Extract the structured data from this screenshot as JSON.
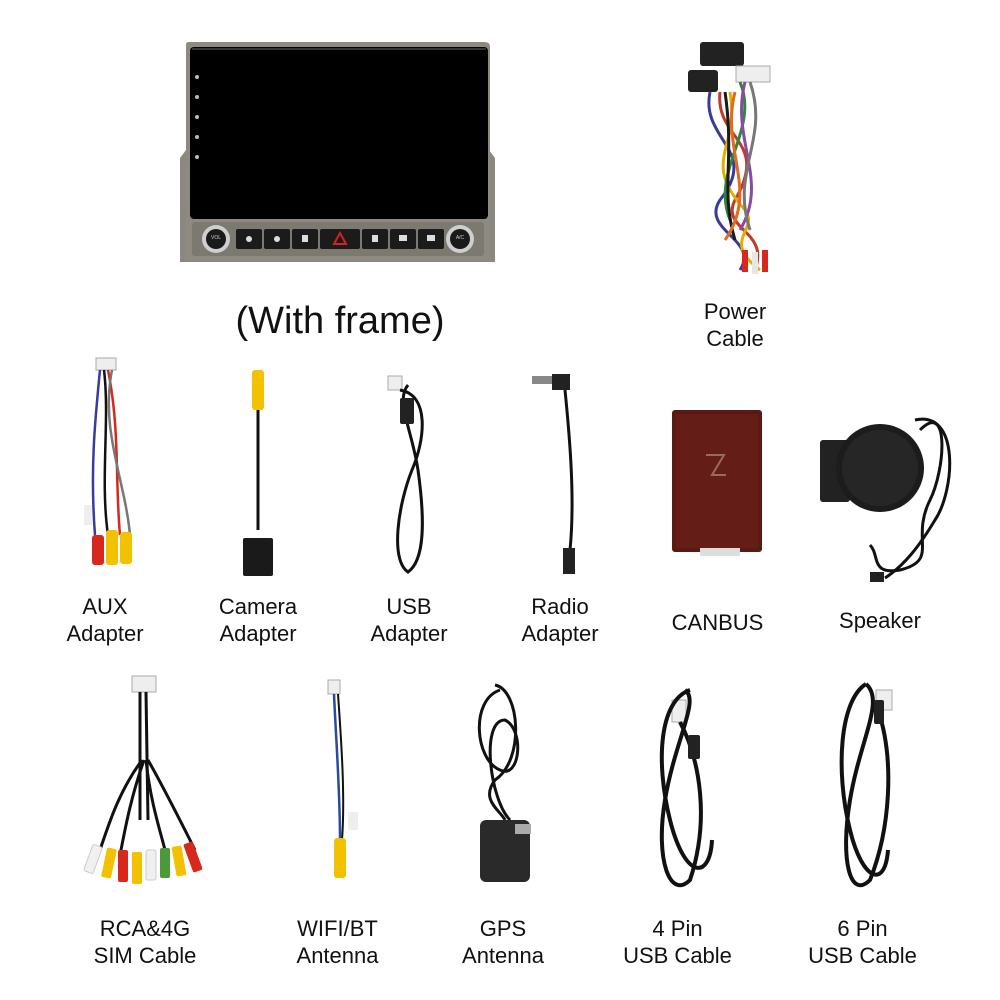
{
  "head_unit": {
    "caption": "(With frame)",
    "knob_left": "VOL",
    "knob_right": "A/C"
  },
  "items": [
    {
      "id": "power-cable",
      "lines": [
        "Power",
        "Cable"
      ]
    },
    {
      "id": "aux-adapter",
      "lines": [
        "AUX",
        "Adapter"
      ]
    },
    {
      "id": "camera-adapter",
      "lines": [
        "Camera",
        "Adapter"
      ]
    },
    {
      "id": "usb-adapter",
      "lines": [
        "USB",
        "Adapter"
      ]
    },
    {
      "id": "radio-adapter",
      "lines": [
        "Radio",
        "Adapter"
      ]
    },
    {
      "id": "canbus",
      "lines": [
        "CANBUS"
      ]
    },
    {
      "id": "speaker",
      "lines": [
        "Speaker"
      ]
    },
    {
      "id": "rca-4g-sim-cable",
      "lines": [
        "RCA&4G",
        "SIM Cable"
      ]
    },
    {
      "id": "wifi-bt-antenna",
      "lines": [
        "WIFI/BT",
        "Antenna"
      ]
    },
    {
      "id": "gps-antenna",
      "lines": [
        "GPS",
        "Antenna"
      ]
    },
    {
      "id": "4pin-usb-cable",
      "lines": [
        "4 Pin",
        "USB Cable"
      ]
    },
    {
      "id": "6pin-usb-cable",
      "lines": [
        "6 Pin",
        "USB Cable"
      ]
    }
  ],
  "colors": {
    "frame": "#8a867e",
    "screen": "#000000",
    "hazard": "#d42020",
    "canbus_box": "#5a1a14",
    "cable": "#111111",
    "rca_red": "#d8271c",
    "rca_yellow": "#f2c200",
    "rca_white": "#f0f0f0",
    "rca_green": "#4a9a3a"
  }
}
